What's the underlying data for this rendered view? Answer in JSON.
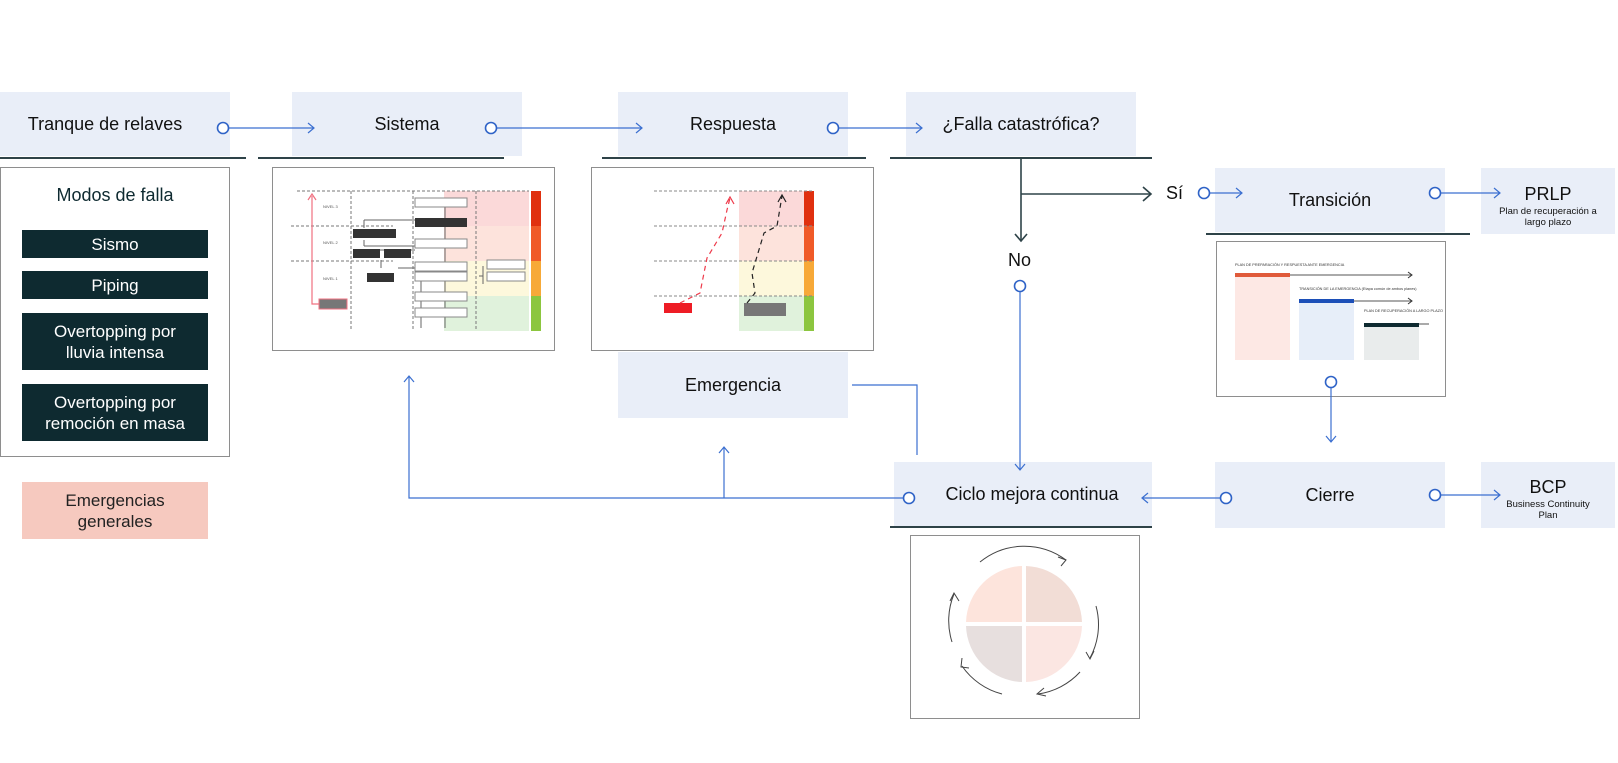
{
  "flow": {
    "tranque": "Tranque de relaves",
    "sistema": "Sistema",
    "respuesta": "Respuesta",
    "falla": "¿Falla catastrófica?",
    "si": "Sí",
    "no": "No",
    "transicion": "Transición",
    "prlp_title": "PRLP",
    "prlp_sub": "Plan de recuperación a largo plazo",
    "emergencia": "Emergencia",
    "ciclo": "Ciclo mejora continua",
    "cierre": "Cierre",
    "bcp_title": "BCP",
    "bcp_sub": "Business Continuity Plan"
  },
  "modos": {
    "title": "Modos de falla",
    "items": [
      "Sismo",
      "Piping",
      "Overtopping por lluvia intensa",
      "Overtopping por remoción en masa"
    ],
    "general": "Emergencias generales"
  },
  "sistema_thumb": {
    "levels": [
      "NIVEL 3",
      "NIVEL 2",
      "NIVEL 1"
    ]
  },
  "transicion_thumb": {
    "col1": "PLAN DE PREPARACIÓN Y RESPUESTA ANTE EMERGENCIA",
    "col2": "TRANSICIÓN DE LA EMERGENCIA (Etapa común de ambos planes)",
    "col3": "PLAN DE RECUPERACIÓN A LARGO PLAZO"
  },
  "colors": {
    "node_bg": "#e9eef8",
    "connector": "#3b6fd0",
    "dark": "#0e2a30",
    "rule": "#2e4348",
    "general_bg": "#f6c9bf",
    "level_red": "#e0300f",
    "level_orange": "#f05a28",
    "level_yellow": "#f7a938",
    "level_green": "#8cc63f"
  }
}
